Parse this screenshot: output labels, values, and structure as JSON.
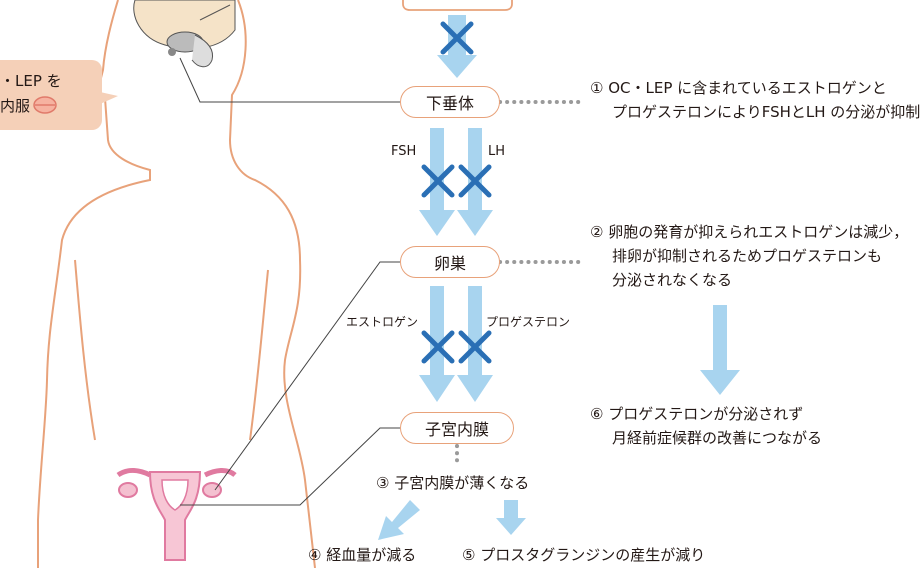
{
  "speech": {
    "line1": "・LEP を",
    "line2": "内服"
  },
  "nodes": {
    "pituitary": "下垂体",
    "ovary": "卵巣",
    "endometrium": "子宮内膜"
  },
  "hormones": {
    "fsh": "FSH",
    "lh": "LH",
    "estrogen": "エストロゲン",
    "progesterone": "プロゲステロン"
  },
  "notes": {
    "n1": {
      "num": "①",
      "line1": "OC・LEP に含まれているエストロゲンと",
      "line2": "プロゲステロンによりFSHとLH の分泌が抑制"
    },
    "n2": {
      "num": "②",
      "line1": "卵胞の発育が抑えられエストロゲンは減少，",
      "line2": "排卵が抑制されるためプロゲステロンも",
      "line3": "分泌されなくなる"
    },
    "n3": {
      "num": "③",
      "text": "子宮内膜が薄くなる"
    },
    "n4": {
      "num": "④",
      "text": "経血量が減る"
    },
    "n5": {
      "num": "⑤",
      "text": "プロスタグランジンの産生が減り"
    },
    "n6": {
      "num": "⑥",
      "line1": "プロゲステロンが分泌されず",
      "line2": "月経前症候群の改善につながる"
    }
  },
  "colors": {
    "body_outline": "#e8a27a",
    "arrow": "#a8d4ef",
    "cross": "#2a6fb5",
    "speech_bg": "#f5d0b8",
    "uterus": "#e07aa0",
    "dots": "#9a9a9a"
  }
}
